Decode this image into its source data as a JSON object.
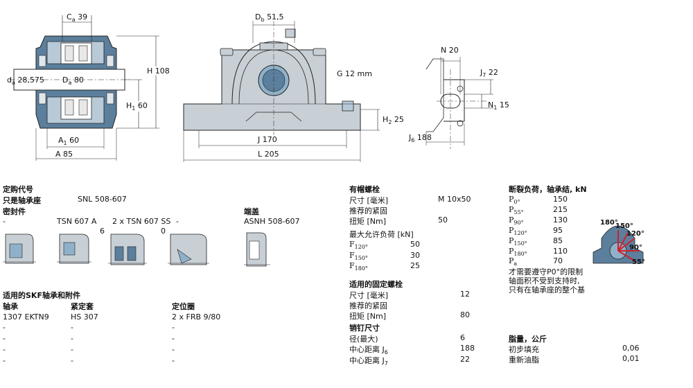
{
  "drawing": {
    "ca": "C",
    "ca_sub": "a",
    "ca_val": "39",
    "db": "D",
    "db_sub": "b",
    "db_val": "51,5",
    "da": "d",
    "da_sub": "a",
    "da_val": "28,575",
    "Da": "D",
    "Da_sub": "a",
    "Da_val": "80",
    "H": "H 108",
    "H1": "H",
    "H1_sub": "1",
    "H1_val": "60",
    "A1": "A",
    "A1_sub": "1",
    "A1_val": "60",
    "A": "A 85",
    "G": "G 12 mm",
    "H2": "H",
    "H2_sub": "2",
    "H2_val": "25",
    "J": "J 170",
    "L": "L 205",
    "N": "N 20",
    "J7": "J",
    "J7_sub": "7",
    "J7_val": "22",
    "N1": "N",
    "N1_sub": "1",
    "N1_val": "15",
    "J6": "J",
    "J6_sub": "6",
    "J6_val": "188"
  },
  "left": {
    "order_code": "定购代号",
    "housing_label": "只是轴承座",
    "housing_value": "SNL 508-607",
    "seals_label": "密封件",
    "end_cover_label": "端盖",
    "seal_dash1": "-",
    "seal_1": "TSN 607 A",
    "seal_2": "2 x TSN 607 SS",
    "seal_dash2": "-",
    "end_cover": "ASNH 508-607",
    "seal_note_6": "6",
    "seal_note_0": "0",
    "accessories_title": "适用的SKF轴承和附件",
    "col_bearing": "轴承",
    "col_sleeve": "紧定套",
    "col_ring": "定位圈",
    "rows": [
      [
        "1307 EKTN9",
        "HS 307",
        "2 x FRB 9/80"
      ],
      [
        "-",
        "-",
        "-"
      ],
      [
        "-",
        "-",
        "-"
      ],
      [
        "-",
        "-",
        "-"
      ],
      [
        "-",
        "-",
        "-"
      ]
    ]
  },
  "middle": {
    "cap_bolts_title": "有帽螺栓",
    "size_label": "尺寸 [毫米]",
    "size_value": "M 10x50",
    "rec_torque": "推荐的紧固",
    "torque_label": "扭矩 [Nm]",
    "torque_value": "50",
    "max_load_label": "最大允许负荷 [kN]",
    "F120_sub": "120°",
    "F120_val": "50",
    "F150_sub": "150°",
    "F150_val": "30",
    "F180_sub": "180°",
    "F180_val": "25",
    "attach_title": "适用的固定螺栓",
    "attach_size_label": "尺寸 [毫米]",
    "attach_size_value": "12",
    "attach_rec": "推荐的紧固",
    "attach_torque_label": "扭矩 [Nm]",
    "attach_torque_value": "80",
    "dowel_title": "销钉尺寸",
    "dowel_dia_label": "径(最大)",
    "dowel_dia_value": "6",
    "dowel_j6_label": "中心距离 J",
    "dowel_j6_sub": "6",
    "dowel_j6_value": "188",
    "dowel_j7_label": "中心距离 J",
    "dowel_j7_sub": "7",
    "dowel_j7_value": "22"
  },
  "right": {
    "breaking_title": "断裂负荷，轴承结, kN",
    "loads": [
      {
        "sub": "0°",
        "val": "150"
      },
      {
        "sub": "55°",
        "val": "215"
      },
      {
        "sub": "90°",
        "val": "130"
      },
      {
        "sub": "120°",
        "val": "95"
      },
      {
        "sub": "150°",
        "val": "85"
      },
      {
        "sub": "180°",
        "val": "110"
      },
      {
        "sub": "a",
        "val": "70"
      }
    ],
    "note1": "才需要遵守P0°的限制",
    "note2": "轴面积不受到支持时,",
    "note3": "只有在轴承座的整个基",
    "angle_180": "180°",
    "angle_150": "150°",
    "angle_120": "120°",
    "angle_90": "90°",
    "angle_55": "55°",
    "grease_title": "脂量，公斤",
    "grease_initial": "初步填充",
    "grease_initial_val": "0,06",
    "grease_relub": "重新油脂",
    "grease_relub_val": "0,01"
  },
  "colors": {
    "housing_blue": "#8fb0c8",
    "housing_dark": "#5b7f9c",
    "section_blue": "#b8cad8",
    "housing_grey": "#c8d0d6",
    "arrow_red": "#d0202a"
  }
}
